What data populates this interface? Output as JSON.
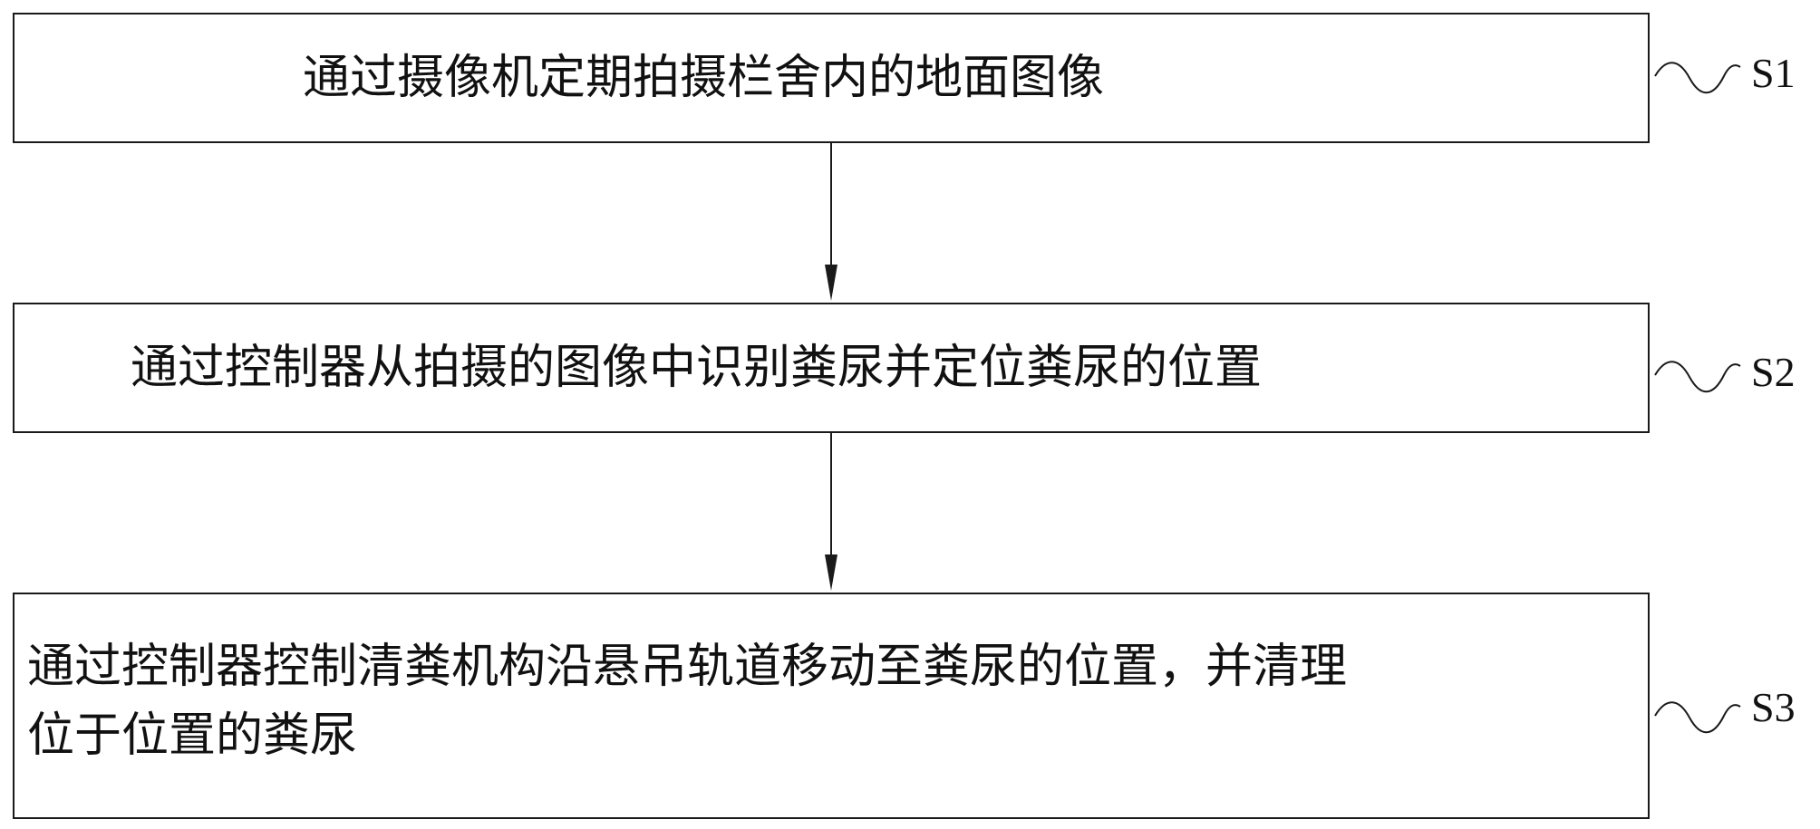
{
  "steps": [
    {
      "label": "S1",
      "text_lines": [
        "通过摄像机定期拍摄栏舍内的地面图像"
      ]
    },
    {
      "label": "S2",
      "text_lines": [
        "通过控制器从拍摄的图像中识别粪尿并定位粪尿的位置"
      ]
    },
    {
      "label": "S3",
      "text_lines": [
        "通过控制器控制清粪机构沿悬吊轨道移动至粪尿的位置，并清理",
        "位于位置的粪尿"
      ]
    }
  ],
  "colors": {
    "stroke": "#1a1a1a",
    "background": "#ffffff",
    "text": "#111111"
  }
}
